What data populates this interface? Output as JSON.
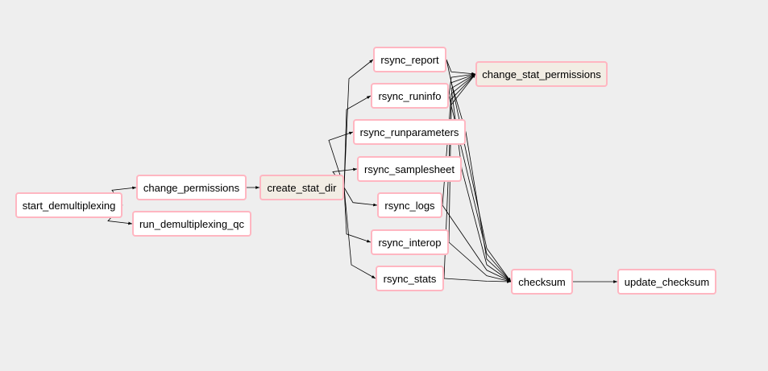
{
  "diagram": {
    "nodes": [
      {
        "id": "start_demultiplexing",
        "label": "start_demultiplexing",
        "style": "default"
      },
      {
        "id": "change_permissions",
        "label": "change_permissions",
        "style": "default"
      },
      {
        "id": "run_demultiplexing_qc",
        "label": "run_demultiplexing_qc",
        "style": "default"
      },
      {
        "id": "create_stat_dir",
        "label": "create_stat_dir",
        "style": "alt"
      },
      {
        "id": "rsync_report",
        "label": "rsync_report",
        "style": "default"
      },
      {
        "id": "rsync_runinfo",
        "label": "rsync_runinfo",
        "style": "default"
      },
      {
        "id": "rsync_runparameters",
        "label": "rsync_runparameters",
        "style": "default"
      },
      {
        "id": "rsync_samplesheet",
        "label": "rsync_samplesheet",
        "style": "default"
      },
      {
        "id": "rsync_logs",
        "label": "rsync_logs",
        "style": "default"
      },
      {
        "id": "rsync_interop",
        "label": "rsync_interop",
        "style": "default"
      },
      {
        "id": "rsync_stats",
        "label": "rsync_stats",
        "style": "default"
      },
      {
        "id": "change_stat_permissions",
        "label": "change_stat_permissions",
        "style": "alt"
      },
      {
        "id": "checksum",
        "label": "checksum",
        "style": "default"
      },
      {
        "id": "update_checksum",
        "label": "update_checksum",
        "style": "default"
      }
    ],
    "edges": [
      [
        "start_demultiplexing",
        "change_permissions"
      ],
      [
        "start_demultiplexing",
        "run_demultiplexing_qc"
      ],
      [
        "change_permissions",
        "create_stat_dir"
      ],
      [
        "create_stat_dir",
        "rsync_report"
      ],
      [
        "create_stat_dir",
        "rsync_runinfo"
      ],
      [
        "create_stat_dir",
        "rsync_runparameters"
      ],
      [
        "create_stat_dir",
        "rsync_samplesheet"
      ],
      [
        "create_stat_dir",
        "rsync_logs"
      ],
      [
        "create_stat_dir",
        "rsync_interop"
      ],
      [
        "create_stat_dir",
        "rsync_stats"
      ],
      [
        "rsync_report",
        "change_stat_permissions"
      ],
      [
        "rsync_runinfo",
        "change_stat_permissions"
      ],
      [
        "rsync_runparameters",
        "change_stat_permissions"
      ],
      [
        "rsync_samplesheet",
        "change_stat_permissions"
      ],
      [
        "rsync_logs",
        "change_stat_permissions"
      ],
      [
        "rsync_interop",
        "change_stat_permissions"
      ],
      [
        "rsync_stats",
        "change_stat_permissions"
      ],
      [
        "rsync_report",
        "checksum"
      ],
      [
        "rsync_runinfo",
        "checksum"
      ],
      [
        "rsync_runparameters",
        "checksum"
      ],
      [
        "rsync_samplesheet",
        "checksum"
      ],
      [
        "rsync_logs",
        "checksum"
      ],
      [
        "rsync_interop",
        "checksum"
      ],
      [
        "rsync_stats",
        "checksum"
      ],
      [
        "checksum",
        "update_checksum"
      ]
    ]
  },
  "colors": {
    "background": "#eeeeee",
    "node_fill": "#ffffff",
    "node_fill_alt": "#f2ede4",
    "node_border": "#ffb6c1",
    "edge": "#000000"
  }
}
